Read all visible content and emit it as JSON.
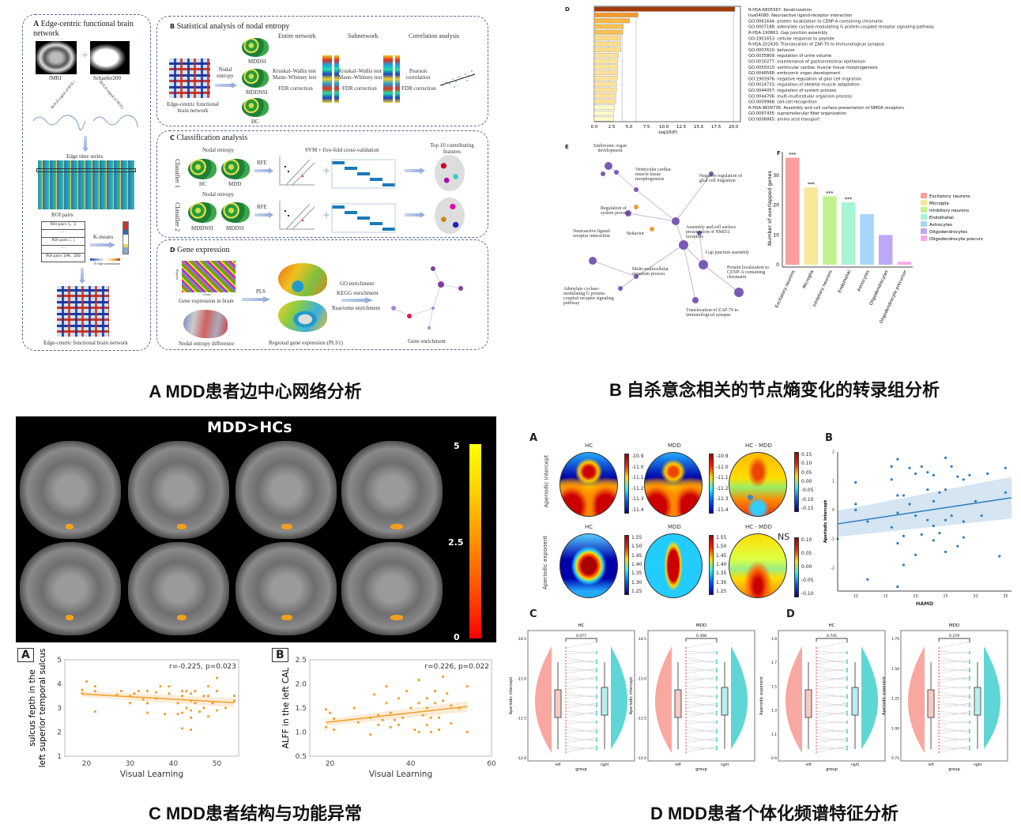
{
  "captions": {
    "a": "A MDD患者边中心网络分析",
    "b": "B 自杀意念相关的节点熵变化的转录组分析",
    "c": "C MDD患者结构与功能异常",
    "d": "D MDD患者个体化频谱特征分析"
  },
  "fig_a": {
    "panel_a": {
      "letter": "A",
      "title": "Edge-centric functional brain network",
      "fmri": "fMRI",
      "atlas": "Schaefer200",
      "bold1": "BOLD signal of ROI i",
      "bold2": "BOLD signal of ROI j",
      "edge_ts": "Edge time series",
      "roi_pairs": "ROI pairs",
      "rows": [
        "ROI pairs 1，2",
        "......",
        "ROI pairs i，j",
        "......",
        "ROI pairs 199，200"
      ],
      "kmeans": "K-means",
      "legend": "10 edge communities",
      "bottom": "Edge-centric functional  brain network"
    },
    "panel_b": {
      "letter": "B",
      "title": "Statistical analysis of nodal entropy",
      "cols": [
        "Entire network",
        "Subnetwork",
        "Correlation analysis"
      ],
      "matrix_label": "Edge-centric functional brain network",
      "nodal": "Nodal entropy",
      "groups": [
        "MDDSI",
        "MDDNSI",
        "HC"
      ],
      "test1": "Kruskal–Wallis test",
      "test2": "Mann–Whitney test",
      "fdr": "FDR correction",
      "pearson": "Pearson correlation"
    },
    "panel_c": {
      "letter": "C",
      "title": "Classification analysis",
      "nodal": "Nodal entropy",
      "svm": "SVM + five-fold cross-validation",
      "top10": "Top 10 contributing features",
      "rfe": "RFE",
      "clf1": "Classifier 1",
      "clf2": "Classifier 2",
      "g1": [
        "HC",
        "MDD"
      ],
      "g2": [
        "MDDNSI",
        "MDDSI"
      ]
    },
    "panel_d": {
      "letter": "D",
      "title": "Gene expression",
      "gexp": "Gene expression in brain",
      "genes": "Genes",
      "regions": "Regions",
      "pls": "PLS",
      "nediff": "Nodal entropy difference",
      "regional": "Regional gene expression (PLS1)",
      "enrich": [
        "GO enrichment",
        "KEGG enrichment",
        "Reactome enrichment"
      ],
      "gene_enrich": "Gene  enrichment"
    }
  },
  "fig_b": {
    "panel_d_letter": "D",
    "panel_e_letter": "E",
    "panel_f_letter": "F",
    "network_labels": [
      "Embryonic organ development",
      "Ventricular cardiac muscle tissue morphogenesis",
      "Negative regulation of glial cell migration",
      "Regulation of system process",
      "Behavior",
      "Assembly and cell surface presentation of NMDA receptors",
      "Neuroactive ligand-receptor interaction",
      "Gap junction assembly",
      "Multi-multicellular organism process",
      "Protein localization to CENP-A containing chromatin",
      "Adenylate cyclase-modulating G protein-coupled receptor signaling pathway",
      "Translocation of ZAP-70 to immunological synapse"
    ]
  },
  "fig_c": {
    "title": "MDD>HCs",
    "colorbar_ticks": [
      "5",
      "2.5",
      "0"
    ],
    "scatter_a_letter": "A",
    "scatter_b_letter": "B"
  },
  "fig_d": {
    "a_letter": "A",
    "b_letter": "B",
    "c_letter": "C",
    "d_letter": "D",
    "topo_titles": [
      "HC",
      "MDD",
      "HC - MDD"
    ],
    "row_labels": [
      "Aperiodic intercept",
      "Aperiodic exponent"
    ],
    "ns": "NS",
    "cbar_int": [
      "-10.9",
      "-11.0",
      "-11.1",
      "-11.2",
      "-11.3",
      "-11.4"
    ],
    "cbar_diff1": [
      "0.15",
      "0.10",
      "0.05",
      "0.00",
      "-0.05",
      "-0.10",
      "-0.15"
    ],
    "cbar_exp": [
      "1.55",
      "1.50",
      "1.45",
      "1.40",
      "1.35",
      "1.30",
      "1.25"
    ],
    "cbar_diff2": [
      "0.10",
      "0.05",
      "0.00",
      "-0.05",
      "-0.10"
    ],
    "rain": [
      {
        "title": "HC",
        "p": "0.077",
        "ylabel": "Aperiodic intercept",
        "ticks": [
          "-10.5",
          "-11.0",
          "-11.5",
          "-12.0"
        ]
      },
      {
        "title": "MDD",
        "p": "0.308",
        "ylabel": "Aperiodic intercept",
        "ticks": [
          "-10.5",
          "-11.0",
          "-11.5",
          "-12.0"
        ]
      },
      {
        "title": "HC",
        "p": "0.745",
        "ylabel": "Aperiodic exponent",
        "ticks": [
          "1.9",
          "1.7",
          "1.5",
          "1.3",
          "1.1",
          "0.9"
        ]
      },
      {
        "title": "MDD",
        "p": "0.279",
        "ylabel": "Aperiodic exponent",
        "ticks": [
          "1.75",
          "1.50",
          "1.25",
          "1.00",
          "0.75"
        ]
      }
    ],
    "rain_x": [
      "left",
      "right"
    ],
    "rain_xlabel": "group"
  },
  "chart_data": [
    {
      "id": "enrichment",
      "type": "bar",
      "orientation": "horizontal",
      "xlabel": "-log10(P)",
      "xlim": [
        0,
        21
      ],
      "xticks": [
        "0.0",
        "2.5",
        "5.0",
        "7.5",
        "10.0",
        "12.5",
        "15.0",
        "17.5",
        "20.0"
      ],
      "categories": [
        "R-HSA-6805567: Keratinization",
        "hsa04080: Neuroactive ligand-receptor interaction",
        "GO:0061644: protein localization to CENP-A containing chromatin",
        "GO:0007188: adenylate cyclase-modulating G protein-coupled receptor signaling pathway",
        "R-HSA-190861: Gap junction assembly",
        "GO:1901653: cellular response to peptide",
        "R-HSA-202430: Translocation of ZAP-70 to Immunological synapse",
        "GO:0007610: behavior",
        "GO:0035809: regulation of urine volume",
        "GO:0030277: maintenance of gastrointestinal epithelium",
        "GO:0055010: ventricular cardiac muscle tissue morphogenesis",
        "GO:0048568: embryonic organ development",
        "GO:1903976: negative regulation of glial cell migration",
        "GO:0014733: regulation of skeletal muscle adaptation",
        "GO:0044057: regulation of system process",
        "GO:0044706: multi-multicellular organism process",
        "GO:0009988: cell-cell recognition",
        "R-HSA-9609736: Assembly and cell surface presentation of NMDA receptors",
        "GO:0097435: supramolecular fiber organization",
        "GO:0006865: amino acid transport"
      ],
      "values": [
        20.2,
        6.3,
        5.1,
        4.2,
        4.1,
        3.8,
        3.8,
        3.8,
        3.5,
        3.4,
        3.4,
        3.4,
        3.3,
        3.2,
        3.2,
        3.1,
        3.1,
        2.9,
        2.8,
        2.8
      ],
      "colors": [
        "#a33a08",
        "#f29a2e",
        "#f6b443",
        "#f8c050",
        "#f8c050",
        "#fddc8a",
        "#fddc8a",
        "#fddc8a",
        "#fde29a",
        "#fde29a",
        "#fde29a",
        "#fde29a",
        "#fde29a",
        "#fde29a",
        "#fde29a",
        "#fde29a",
        "#fde29a",
        "#fefac8",
        "#fefac8",
        "#fefac8"
      ]
    },
    {
      "id": "celltype",
      "type": "bar",
      "ylabel": "Number of overlapped genes",
      "ylim": [
        0,
        38
      ],
      "yticks": [
        "0",
        "10",
        "20",
        "30"
      ],
      "categories": [
        "Excitatory neurons",
        "Microglia",
        "Inhibitory neurons",
        "Endothelial",
        "Astrocytes",
        "Oligodendrocytes",
        "Oligodendrocyte precursor"
      ],
      "legend": [
        "Excitatory neurons",
        "Microglia",
        "Inhibitory neurons",
        "Endothelial",
        "Astrocytes",
        "Oligodendrocytes",
        "Oligodendrocyte precurs"
      ],
      "values": [
        36,
        26,
        23,
        21,
        17,
        10,
        1
      ],
      "significance": [
        "***",
        "***",
        "***",
        "***",
        "",
        "",
        ""
      ],
      "colors": [
        "#f9a09c",
        "#fbe79a",
        "#bff28c",
        "#a5f5d3",
        "#a8d6fb",
        "#bda8f6",
        "#fca8f0"
      ]
    },
    {
      "id": "sulcus",
      "type": "scatter",
      "title": "r=-0.225, p=0.023",
      "xlabel": "Visual Learning",
      "ylabel": "sulcus fepth in the left superior temporal sulcus",
      "xlim": [
        15,
        55
      ],
      "ylim": [
        1,
        5
      ],
      "xticks": [
        "20",
        "30",
        "40",
        "50"
      ],
      "yticks": [
        "1",
        "2",
        "3",
        "4",
        "5"
      ],
      "fit": [
        [
          19,
          3.58
        ],
        [
          54,
          3.22
        ]
      ],
      "color": "#f0a030",
      "points": [
        [
          19,
          3.75
        ],
        [
          19,
          3.6
        ],
        [
          20,
          4.1
        ],
        [
          22,
          3.9
        ],
        [
          22,
          2.85
        ],
        [
          22,
          3.7
        ],
        [
          27,
          3.55
        ],
        [
          28,
          3.7
        ],
        [
          30,
          3.5
        ],
        [
          30,
          3.2
        ],
        [
          31,
          3.6
        ],
        [
          32,
          3.7
        ],
        [
          33,
          3.35
        ],
        [
          34,
          3.7
        ],
        [
          34,
          2.8
        ],
        [
          34,
          3.2
        ],
        [
          36,
          3.4
        ],
        [
          36,
          3.65
        ],
        [
          37,
          3.9
        ],
        [
          38,
          2.75
        ],
        [
          39,
          3.6
        ],
        [
          39,
          3.9
        ],
        [
          41,
          2.75
        ],
        [
          41,
          3.2
        ],
        [
          42,
          3.7
        ],
        [
          42,
          3.5
        ],
        [
          42,
          2.15
        ],
        [
          42,
          2.8
        ],
        [
          43,
          3.0
        ],
        [
          43,
          3.7
        ],
        [
          44,
          3.3
        ],
        [
          44,
          2.6
        ],
        [
          44,
          2.1
        ],
        [
          44,
          3.6
        ],
        [
          44,
          2.9
        ],
        [
          45,
          3.7
        ],
        [
          45,
          3.2
        ],
        [
          46,
          2.85
        ],
        [
          47,
          3.5
        ],
        [
          47,
          3.0
        ],
        [
          48,
          3.9
        ],
        [
          48,
          3.5
        ],
        [
          48,
          2.65
        ],
        [
          49,
          3.2
        ],
        [
          50,
          4.25
        ],
        [
          50,
          3.7
        ],
        [
          50,
          2.9
        ],
        [
          52,
          3.0
        ],
        [
          54,
          3.5
        ],
        [
          54,
          3.3
        ]
      ]
    },
    {
      "id": "alff",
      "type": "scatter",
      "title": "r=0.226, p=0.022",
      "xlabel": "Visual Learning",
      "ylabel": "ALFF in the left CAL",
      "xlim": [
        15,
        60
      ],
      "ylim": [
        0.5,
        2.5
      ],
      "xticks": [
        "20",
        "40",
        "60"
      ],
      "yticks": [
        "0.5",
        "1.0",
        "1.5",
        "2.0",
        "2.5"
      ],
      "fit": [
        [
          19,
          1.2
        ],
        [
          54,
          1.53
        ]
      ],
      "color": "#f0a030",
      "points": [
        [
          19,
          1.47
        ],
        [
          19,
          1.1
        ],
        [
          20,
          1.4
        ],
        [
          21,
          1.05
        ],
        [
          21,
          1.28
        ],
        [
          26,
          1.5
        ],
        [
          27,
          1.2
        ],
        [
          30,
          0.95
        ],
        [
          30,
          1.3
        ],
        [
          31,
          1.78
        ],
        [
          32,
          1.15
        ],
        [
          32,
          1.35
        ],
        [
          33,
          1.25
        ],
        [
          34,
          1.95
        ],
        [
          34,
          1.6
        ],
        [
          35,
          1.4
        ],
        [
          35,
          1.1
        ],
        [
          36,
          1.25
        ],
        [
          37,
          1.7
        ],
        [
          37,
          1.15
        ],
        [
          38,
          1.3
        ],
        [
          39,
          1.85
        ],
        [
          40,
          1.5
        ],
        [
          41,
          1.05
        ],
        [
          42,
          2.08
        ],
        [
          42,
          1.6
        ],
        [
          42,
          1.0
        ],
        [
          43,
          1.35
        ],
        [
          44,
          1.7
        ],
        [
          44,
          1.5
        ],
        [
          44,
          1.15
        ],
        [
          45,
          1.3
        ],
        [
          45,
          1.0
        ],
        [
          46,
          1.85
        ],
        [
          46,
          1.6
        ],
        [
          47,
          1.3
        ],
        [
          47,
          1.05
        ],
        [
          48,
          2.15
        ],
        [
          48,
          1.65
        ],
        [
          49,
          1.8
        ],
        [
          50,
          1.55
        ],
        [
          50,
          1.18
        ],
        [
          52,
          1.5
        ],
        [
          54,
          1.95
        ],
        [
          54,
          1.0
        ]
      ]
    },
    {
      "id": "hamd",
      "type": "scatter",
      "xlabel": "HAMD",
      "ylabel": "Aperiodic intercept",
      "xlim": [
        7,
        36
      ],
      "ylim": [
        -2.8,
        2
      ],
      "xticks": [
        "10",
        "15",
        "20",
        "25",
        "30",
        "35"
      ],
      "yticks": [
        "2",
        "1",
        "0",
        "-1",
        "-2"
      ],
      "fit": [
        [
          7,
          -0.48
        ],
        [
          36,
          0.42
        ]
      ],
      "color": "#2f7dbd",
      "points": [
        [
          7,
          -1
        ],
        [
          10,
          0.95
        ],
        [
          10,
          0.2
        ],
        [
          10,
          0
        ],
        [
          12,
          -0.4
        ],
        [
          12,
          -2.4
        ],
        [
          16,
          1.5
        ],
        [
          16,
          1.05
        ],
        [
          16,
          -0.6
        ],
        [
          17,
          1.75
        ],
        [
          17,
          0.5
        ],
        [
          17,
          -0.1
        ],
        [
          17,
          -1.15
        ],
        [
          17,
          -2.65
        ],
        [
          18,
          0.5
        ],
        [
          18,
          -0.9
        ],
        [
          18,
          -1.9
        ],
        [
          19,
          1.45
        ],
        [
          19,
          0.2
        ],
        [
          20,
          1.25
        ],
        [
          20,
          -0.2
        ],
        [
          20,
          -1.55
        ],
        [
          21,
          1.5
        ],
        [
          21,
          -0.85
        ],
        [
          22,
          1.3
        ],
        [
          22,
          0.7
        ],
        [
          22,
          -0.35
        ],
        [
          23,
          1.2
        ],
        [
          23,
          0.3
        ],
        [
          23,
          -0.55
        ],
        [
          23,
          -1.05
        ],
        [
          24,
          0.6
        ],
        [
          24,
          -0.8
        ],
        [
          25,
          1.8
        ],
        [
          25,
          0.7
        ],
        [
          25,
          -0.35
        ],
        [
          25,
          -1.45
        ],
        [
          26,
          1.5
        ],
        [
          26,
          -0.2
        ],
        [
          27,
          1.15
        ],
        [
          27,
          -1.25
        ],
        [
          28,
          1.05
        ],
        [
          28,
          -0.4
        ],
        [
          28,
          -0.95
        ],
        [
          29,
          1.2
        ],
        [
          30,
          0.3
        ],
        [
          31,
          -0.2
        ],
        [
          32,
          1.25
        ],
        [
          34,
          -1.6
        ],
        [
          35,
          1.45
        ],
        [
          35,
          0.6
        ]
      ]
    }
  ]
}
